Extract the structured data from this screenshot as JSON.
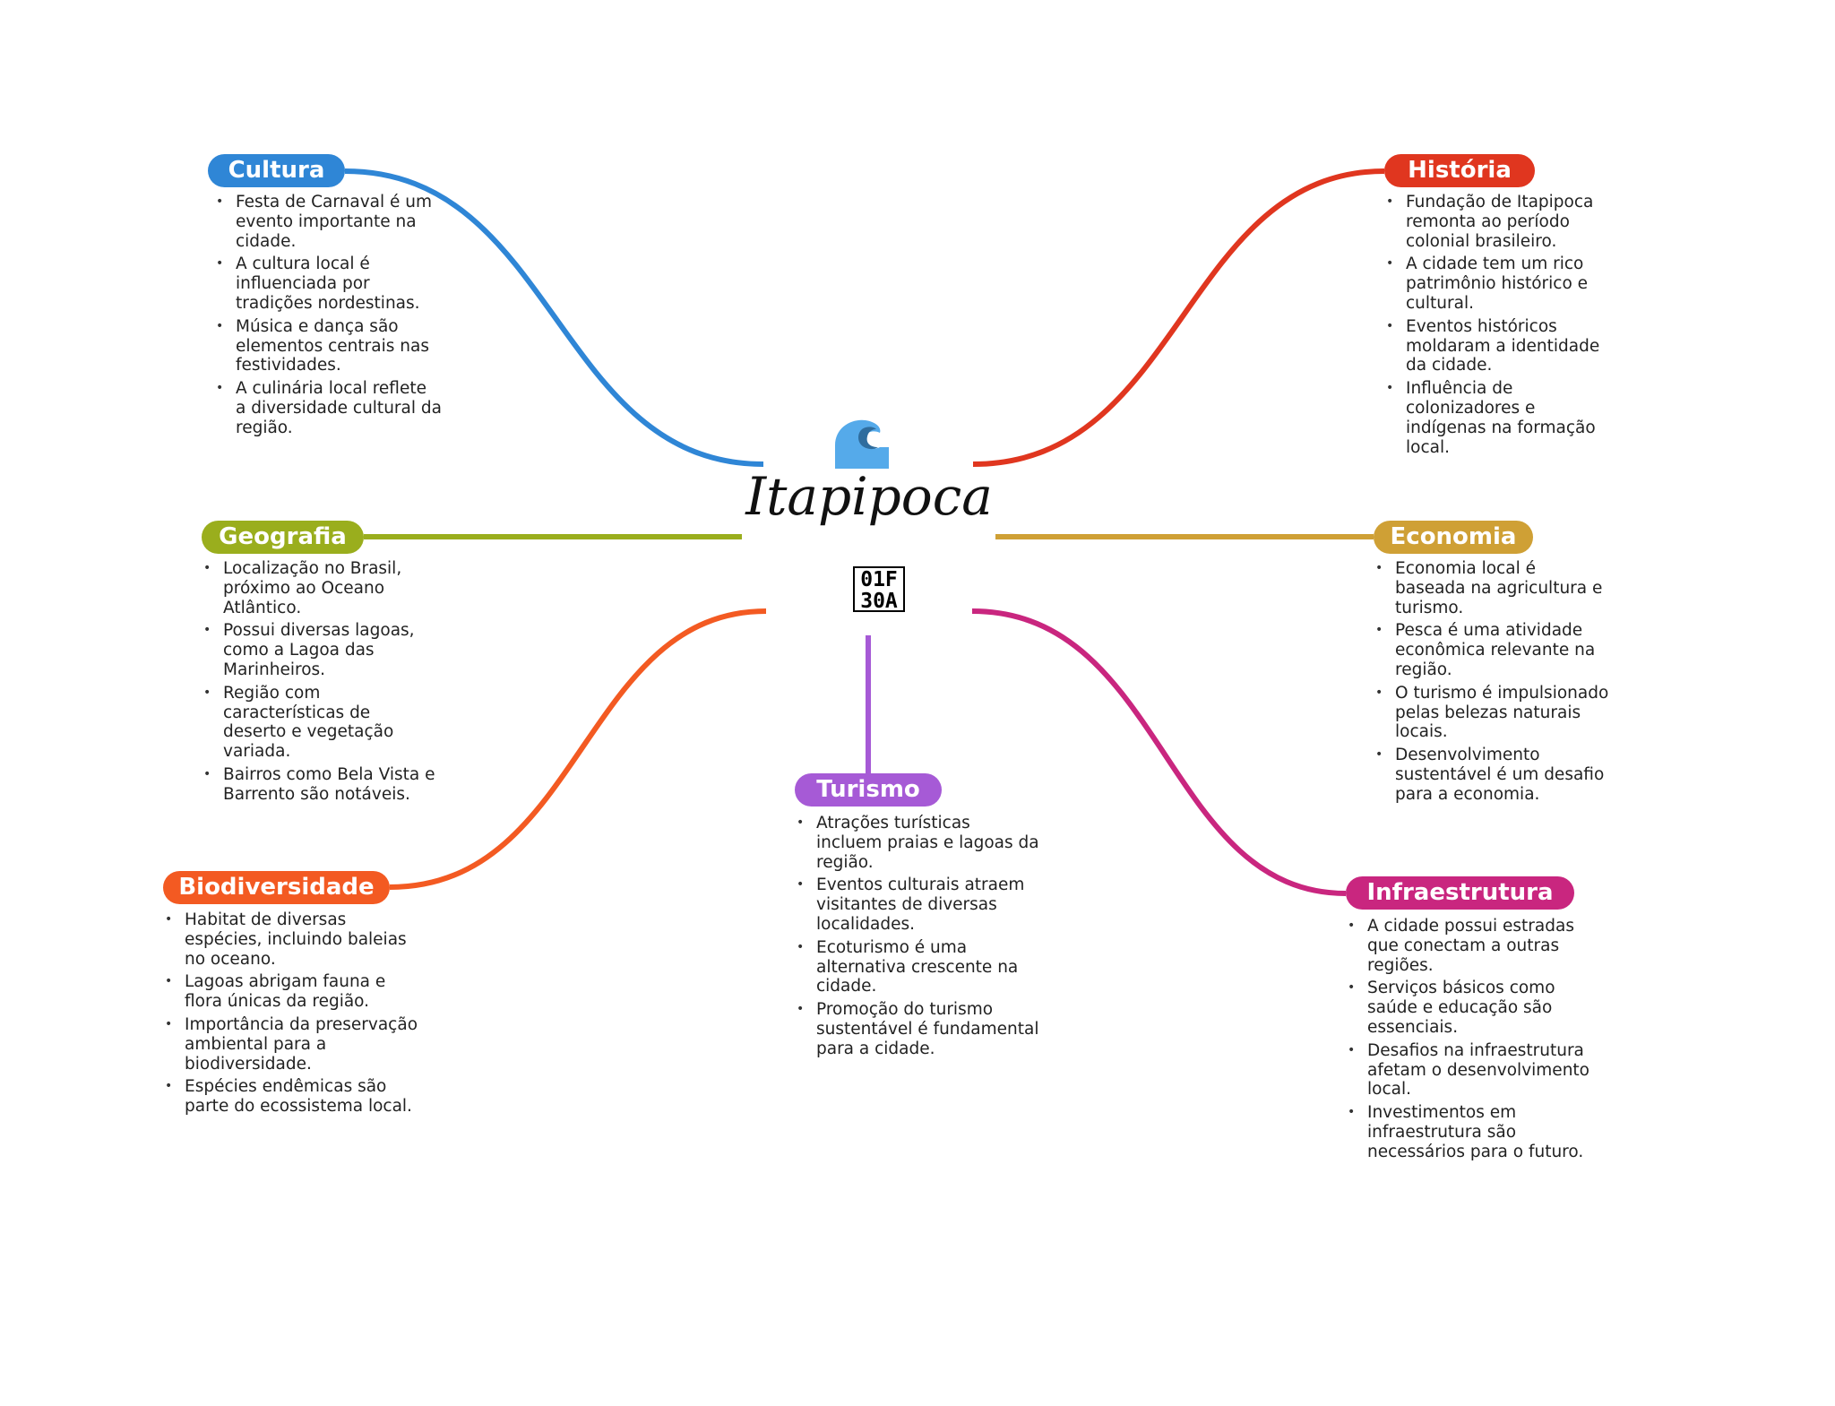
{
  "center": {
    "title": "Itapipoca",
    "icon": "water-wave-icon",
    "missing_glyph_line1": "01F",
    "missing_glyph_line2": "30A"
  },
  "branches": [
    {
      "id": "cultura",
      "label": "Cultura",
      "color": "#2f86d6",
      "items": [
        "Festa de Carnaval é um evento importante na cidade.",
        "A cultura local é influenciada por tradições nordestinas.",
        "Música e dança são elementos centrais nas festividades.",
        "A culinária local reflete a diversidade cultural da região."
      ]
    },
    {
      "id": "historia",
      "label": "História",
      "color": "#e0361f",
      "items": [
        "Fundação de Itapipoca remonta ao período colonial brasileiro.",
        "A cidade tem um rico patrimônio histórico e cultural.",
        "Eventos históricos moldaram a identidade da cidade.",
        "Influência de colonizadores e indígenas na formação local."
      ]
    },
    {
      "id": "geografia",
      "label": "Geografia",
      "color": "#9aae1d",
      "items": [
        "Localização no Brasil, próximo ao Oceano Atlântico.",
        "Possui diversas lagoas, como a Lagoa das Marinheiros.",
        "Região com características de deserto e vegetação variada.",
        "Bairros como Bela Vista e Barrento são notáveis."
      ]
    },
    {
      "id": "economia",
      "label": "Economia",
      "color": "#cfa035",
      "items": [
        "Economia local é baseada na agricultura e turismo.",
        "Pesca é uma atividade econômica relevante na região.",
        "O turismo é impulsionado pelas belezas naturais locais.",
        "Desenvolvimento sustentável é um desafio para a economia."
      ]
    },
    {
      "id": "biodiversidade",
      "label": "Biodiversidade",
      "color": "#f35a22",
      "items": [
        "Habitat de diversas espécies, incluindo baleias no oceano.",
        "Lagoas abrigam fauna e flora únicas da região.",
        "Importância da preservação ambiental para a biodiversidade.",
        "Espécies endêmicas são parte do ecossistema local."
      ]
    },
    {
      "id": "infraestrutura",
      "label": "Infraestrutura",
      "color": "#c9267f",
      "items": [
        "A cidade possui estradas que conectam a outras regiões.",
        "Serviços básicos como saúde e educação são essenciais.",
        "Desafios na infraestrutura afetam o desenvolvimento local.",
        "Investimentos em infraestrutura são necessários para o futuro."
      ]
    },
    {
      "id": "turismo",
      "label": "Turismo",
      "color": "#a65ad6",
      "items": [
        "Atrações turísticas incluem praias e lagoas da região.",
        "Eventos culturais atraem visitantes de diversas localidades.",
        "Ecoturismo é uma alternativa crescente na cidade.",
        "Promoção do turismo sustentável é fundamental para a cidade."
      ]
    }
  ]
}
